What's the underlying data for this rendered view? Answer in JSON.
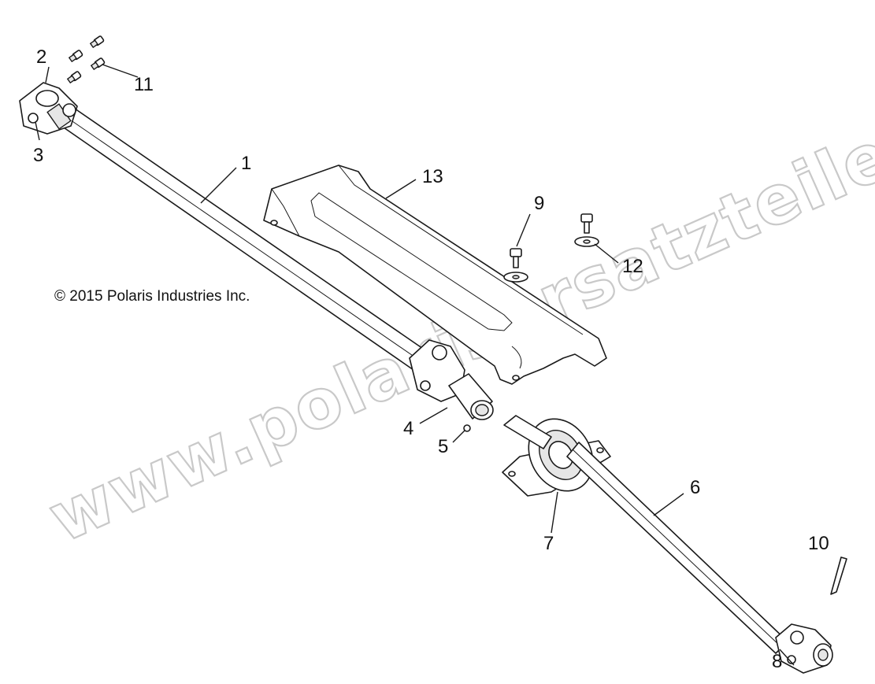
{
  "copyright": "© 2015 Polaris Industries Inc.",
  "watermark": "www.polarisersatzteile.de",
  "callouts": {
    "c1": "1",
    "c2": "2",
    "c3": "3",
    "c4": "4",
    "c5": "5",
    "c6": "6",
    "c7": "7",
    "c8": "8",
    "c9": "9",
    "c10": "10",
    "c11": "11",
    "c12": "12",
    "c13": "13"
  }
}
